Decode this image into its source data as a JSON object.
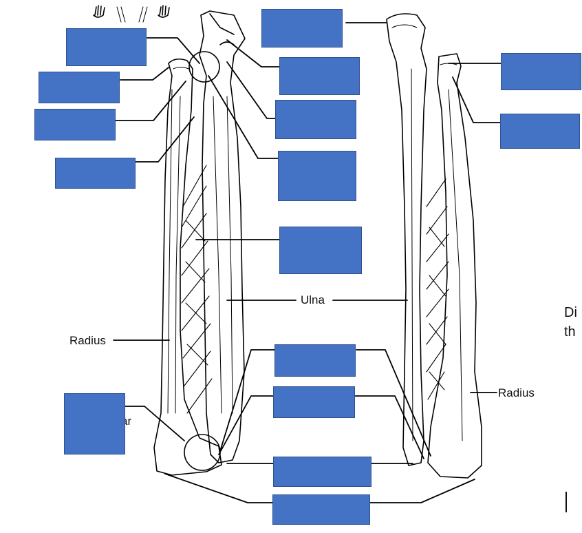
{
  "labels": {
    "ulna": "Ulna",
    "radius_left": "Radius",
    "radius_right": "Radius",
    "partial_ar": "ar"
  },
  "side_text": {
    "line1": "Di",
    "line2": "th"
  },
  "colors": {
    "label_box_fill": "#4472c4",
    "line": "#000000"
  }
}
